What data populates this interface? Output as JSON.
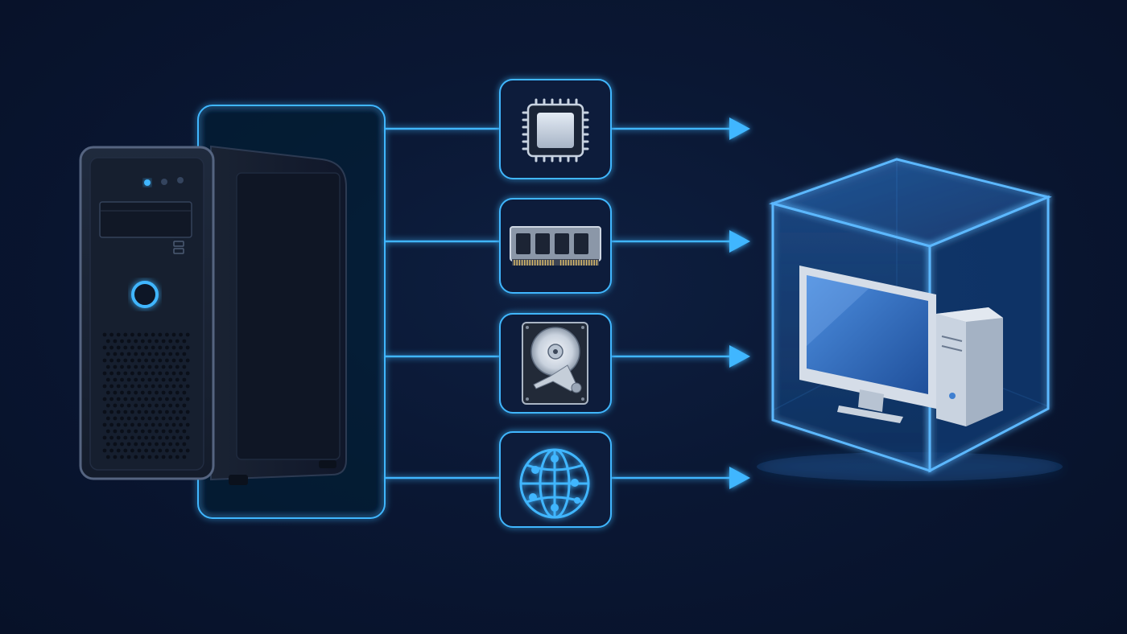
{
  "diagram": {
    "source": {
      "icon": "desktop-tower-icon"
    },
    "resources": [
      {
        "id": "cpu",
        "icon": "cpu-chip-icon"
      },
      {
        "id": "memory",
        "icon": "ram-module-icon"
      },
      {
        "id": "storage",
        "icon": "hard-drive-icon"
      },
      {
        "id": "network",
        "icon": "globe-network-icon"
      }
    ],
    "target": {
      "icon": "virtual-machine-cube-icon",
      "inner_icons": [
        "monitor-icon",
        "mini-tower-icon"
      ]
    },
    "colors": {
      "background": "#0a1630",
      "accent": "#3fb6ff",
      "panel": "#0d1d3b",
      "cube_glow": "#4aa8ff"
    }
  }
}
